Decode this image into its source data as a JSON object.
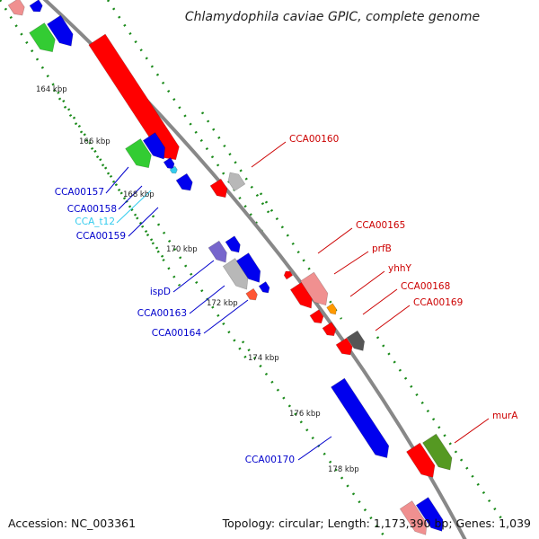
{
  "title": "Chlamydophila caviae GPIC, complete genome",
  "footer": {
    "accession": "Accession: NC_003361",
    "topology": "Topology: circular; Length: 1,173,390 bp; Genes: 1,039"
  },
  "colors": {
    "backbone": "#888888",
    "tick_dots": "#1a8a1a",
    "red": "#ff0000",
    "blue": "#0000ee",
    "green": "#33cc33",
    "salmon": "#f09090",
    "gray": "#b8b8b8",
    "orange": "#ff9900",
    "olive": "#559922",
    "cyan": "#33ccee",
    "label_red": "#cc0000",
    "label_blue": "#0000cc",
    "label_cyan": "#33ccee"
  },
  "scale_labels": [
    "164 kbp",
    "166 kbp",
    "168 kbp",
    "170 kbp",
    "172 kbp",
    "174 kbp",
    "176 kbp",
    "178 kbp"
  ],
  "gene_labels": [
    {
      "id": "CCA00160",
      "color": "label_red"
    },
    {
      "id": "CCA00165",
      "color": "label_red"
    },
    {
      "id": "prfB",
      "color": "label_red"
    },
    {
      "id": "yhhY",
      "color": "label_red"
    },
    {
      "id": "CCA00168",
      "color": "label_red"
    },
    {
      "id": "CCA00169",
      "color": "label_red"
    },
    {
      "id": "murA",
      "color": "label_red"
    },
    {
      "id": "CCA00157",
      "color": "label_blue"
    },
    {
      "id": "CCA00158",
      "color": "label_blue"
    },
    {
      "id": "CCA_t12",
      "color": "label_cyan"
    },
    {
      "id": "CCA00159",
      "color": "label_blue"
    },
    {
      "id": "ispD",
      "color": "label_blue"
    },
    {
      "id": "CCA00163",
      "color": "label_blue"
    },
    {
      "id": "CCA00164",
      "color": "label_blue"
    },
    {
      "id": "CCA00170",
      "color": "label_blue"
    }
  ]
}
